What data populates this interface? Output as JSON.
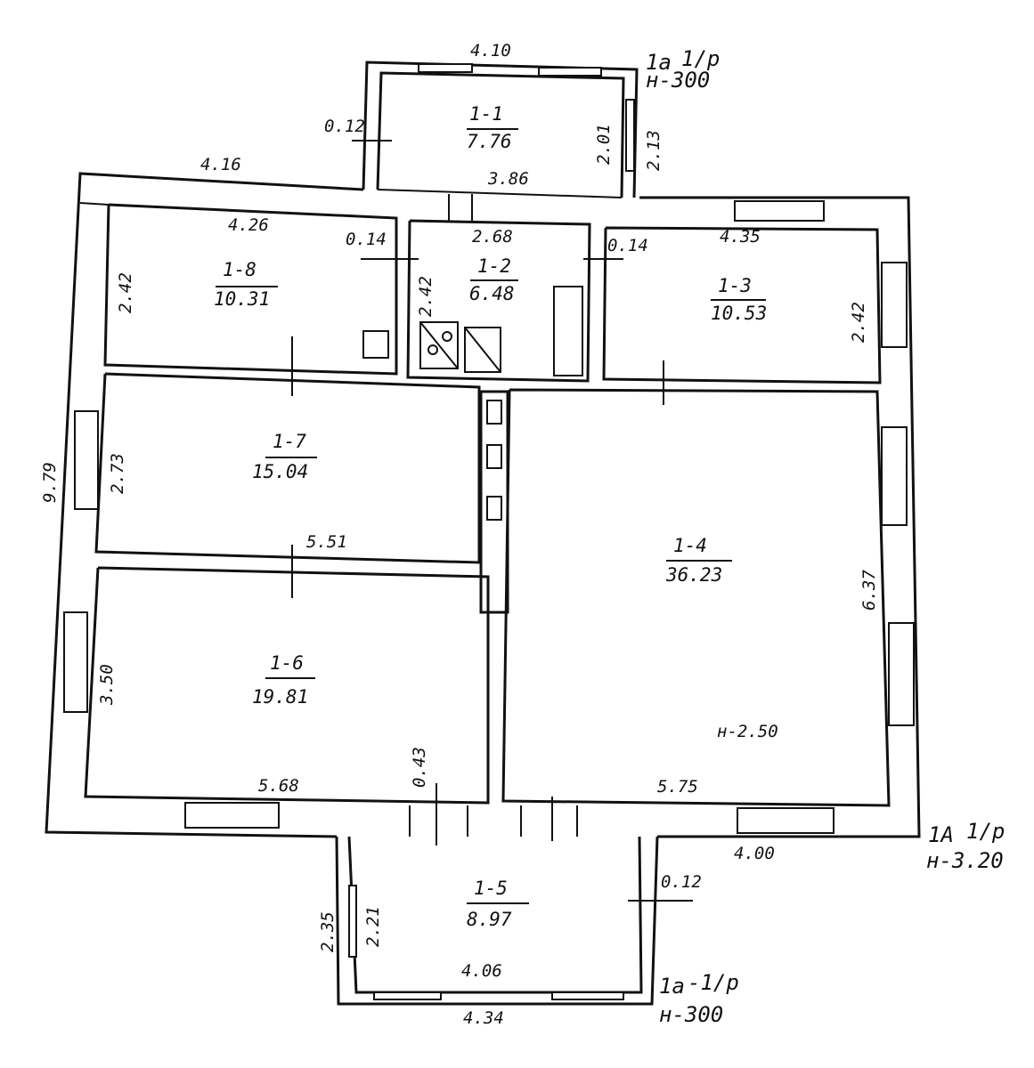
{
  "rooms": [
    {
      "id": "1-1",
      "area": "7.76"
    },
    {
      "id": "1-2",
      "area": "6.48"
    },
    {
      "id": "1-3",
      "area": "10.53"
    },
    {
      "id": "1-4",
      "area": "36.23"
    },
    {
      "id": "1-5",
      "area": "8.97"
    },
    {
      "id": "1-6",
      "area": "19.81"
    },
    {
      "id": "1-7",
      "area": "15.04"
    },
    {
      "id": "1-8",
      "area": "10.31"
    }
  ],
  "dims": {
    "top_annex_width": "4.10",
    "top_annex_wall": "0.12",
    "top_annex_inner_h": "2.01",
    "top_annex_outer_h": "2.13",
    "top_annex_inner_w": "3.86",
    "main_top_left": "4.16",
    "r8_width": "4.26",
    "r8_wall": "0.14",
    "r8_height": "2.42",
    "r2_width": "2.68",
    "r2_height": "2.42",
    "r3_wall": "0.14",
    "r3_width": "4.35",
    "r3_height": "2.42",
    "left_total": "9.79",
    "r7_height": "2.73",
    "r7_width": "5.51",
    "r4_height": "6.37",
    "r4_ceiling": "н-2.50",
    "r6_height": "3.50",
    "r6_width": "5.68",
    "partition": "0.43",
    "r4_width": "5.75",
    "bottom_right": "4.00",
    "bottom_annex_wall": "0.12",
    "bottom_annex_outer_h": "2.35",
    "bottom_annex_inner_h": "2.21",
    "bottom_annex_inner_w": "4.06",
    "bottom_annex_outer_w": "4.34"
  },
  "marks": {
    "top_annex_a": "1а",
    "top_annex_b": "1/р",
    "top_annex_h": "н-300",
    "main_a": "1А",
    "main_b": "1/р",
    "main_h": "н-3.20",
    "bottom_annex_a": "1а",
    "bottom_annex_b": "-1/р",
    "bottom_annex_h": "н-300"
  }
}
